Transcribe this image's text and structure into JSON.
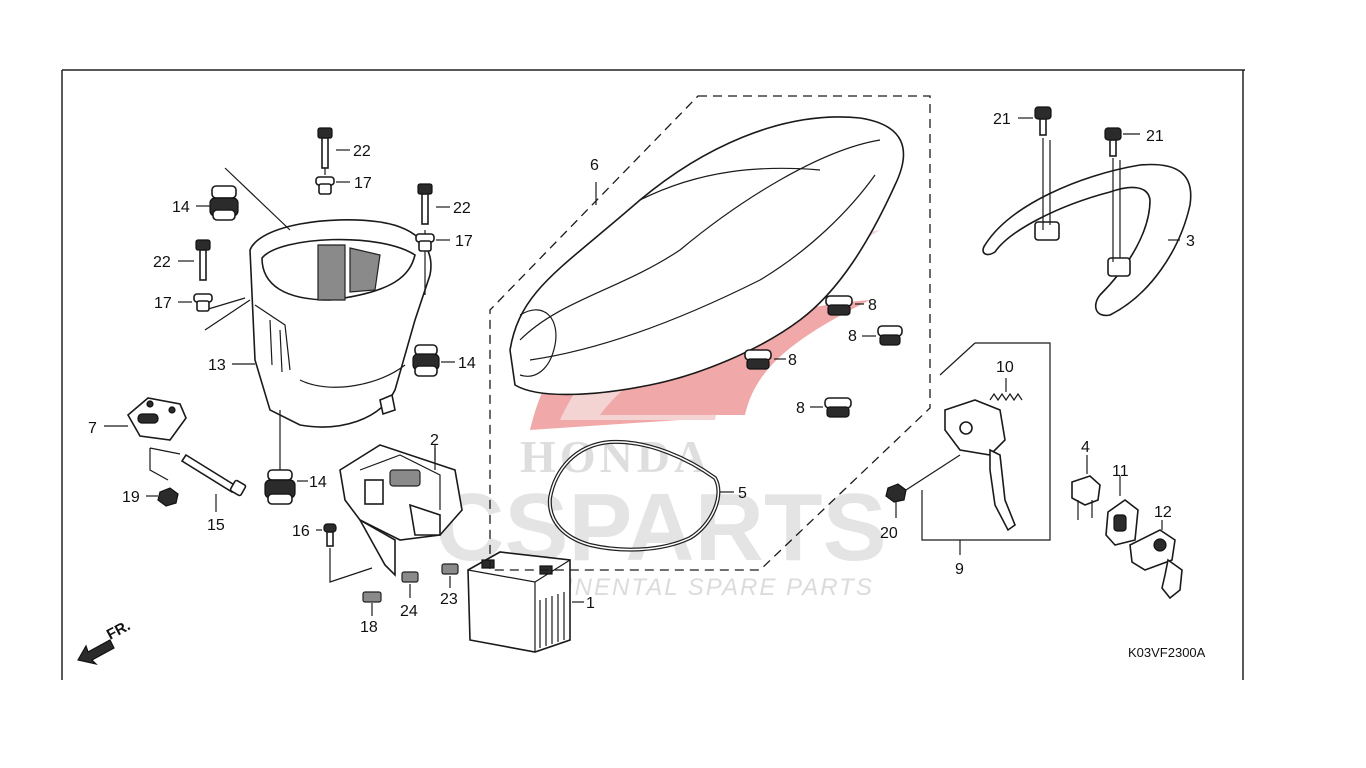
{
  "diagram": {
    "code": "K03VF2300A",
    "front_label": "FR.",
    "colors": {
      "watermark_red": "#e04040",
      "watermark_gray": "#cfcfcf",
      "ink": "#1a1a1a"
    }
  },
  "watermark": {
    "brand": "HONDA",
    "big": "CSPARTS",
    "sub": "CONTINENTAL SPARE PARTS"
  },
  "callouts": {
    "c1": "1",
    "c2": "2",
    "c3": "3",
    "c4": "4",
    "c5": "5",
    "c6": "6",
    "c7": "7",
    "c8a": "8",
    "c8b": "8",
    "c8c": "8",
    "c8d": "8",
    "c9": "9",
    "c10": "10",
    "c11": "11",
    "c12": "12",
    "c13": "13",
    "c14a": "14",
    "c14b": "14",
    "c14c": "14",
    "c15": "15",
    "c16": "16",
    "c17a": "17",
    "c17b": "17",
    "c17c": "17",
    "c18": "18",
    "c19": "19",
    "c20": "20",
    "c21a": "21",
    "c21b": "21",
    "c22a": "22",
    "c22b": "22",
    "c22c": "22",
    "c23": "23",
    "c24": "24"
  }
}
